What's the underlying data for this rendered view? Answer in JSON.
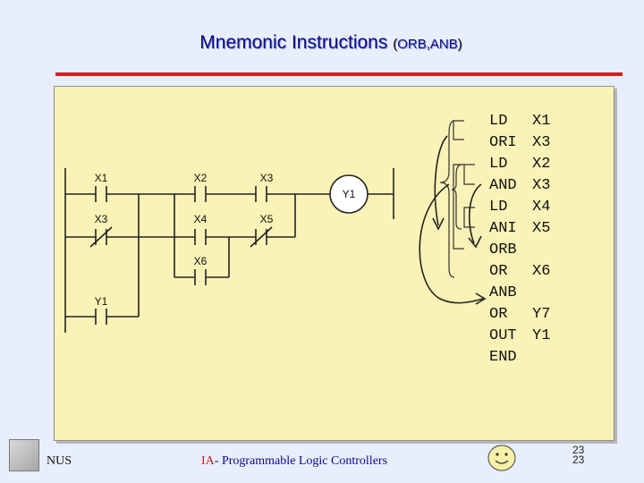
{
  "title": {
    "main": "Mnemonic Instructions",
    "paren_open": "(",
    "sub": "ORB,ANB",
    "paren_close": ")"
  },
  "diagram": {
    "contacts": {
      "x1": "X1",
      "x2": "X2",
      "x3_top": "X3",
      "x3_bottom": "X3",
      "x4": "X4",
      "x5": "X5",
      "x6": "X6",
      "y1_contact": "Y1"
    },
    "coil": "Y1"
  },
  "program": [
    {
      "op": "LD",
      "arg": "X1"
    },
    {
      "op": "ORI",
      "arg": "X3"
    },
    {
      "op": "LD",
      "arg": "X2"
    },
    {
      "op": "AND",
      "arg": "X3"
    },
    {
      "op": "LD",
      "arg": "X4"
    },
    {
      "op": "ANI",
      "arg": "X5"
    },
    {
      "op": "ORB",
      "arg": ""
    },
    {
      "op": "OR",
      "arg": "X6"
    },
    {
      "op": "ANB",
      "arg": ""
    },
    {
      "op": "OR",
      "arg": "Y7"
    },
    {
      "op": "OUT",
      "arg": "Y1"
    },
    {
      "op": "END",
      "arg": ""
    }
  ],
  "footer": {
    "org": "NUS",
    "course_prefix": "IA",
    "course_rest": "- Programmable Logic Controllers",
    "page_a": "23",
    "page_b": "23"
  }
}
